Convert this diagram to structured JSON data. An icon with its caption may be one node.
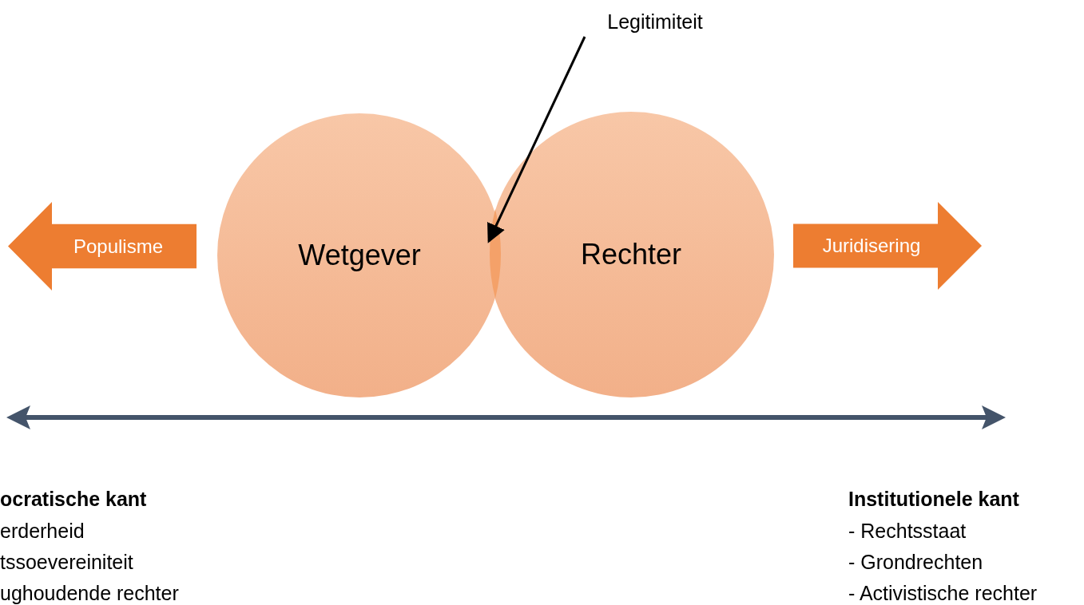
{
  "diagram": {
    "nodes": [
      {
        "text": [
          "Legitimiteit"
        ]
      },
      {
        "text": [
          "Populisme"
        ]
      },
      {
        "text": [
          "Wetgever"
        ]
      },
      {
        "text": [
          "Rechter"
        ]
      },
      {
        "text": [
          "Juridisering"
        ]
      },
      {
        "text": [],
        "shape": "lens"
      }
    ],
    "edges": [
      {
        "from": 0,
        "to": 5,
        "arrow": "to"
      }
    ],
    "labels": [
      "ocratische kant",
      "erderheid",
      "tssoevereiniteit",
      "ughoudende rechter",
      "Institutionele kant",
      "- Rechtsstaat",
      "- Grondrechten",
      "- Activistische rechter"
    ]
  }
}
